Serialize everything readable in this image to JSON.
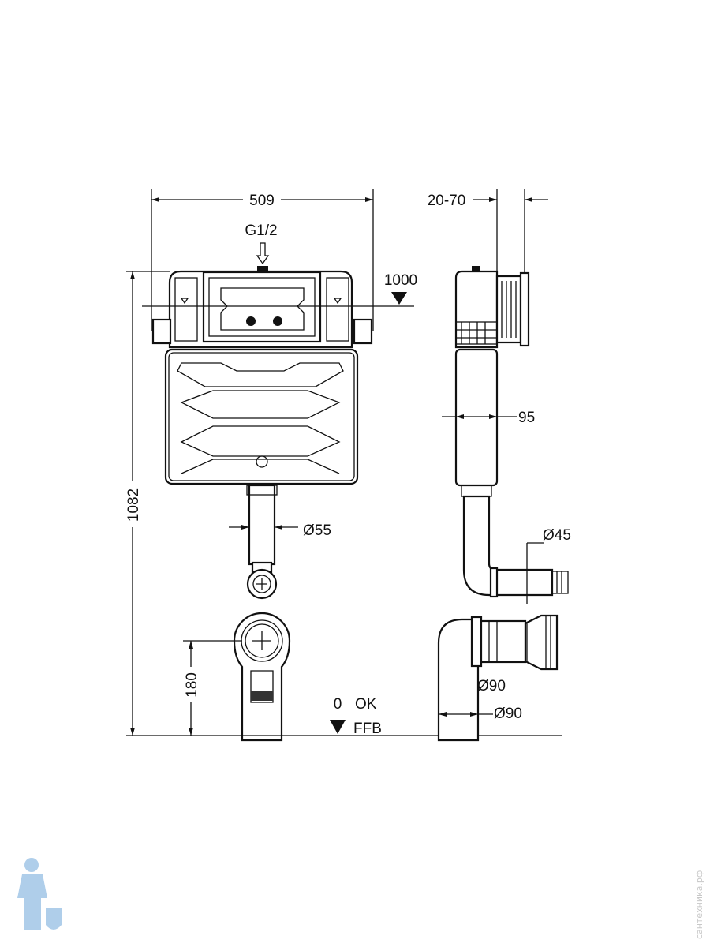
{
  "dimensions": {
    "width": "509",
    "inlet": "G1/2",
    "actuation_height": "1000",
    "total_height": "1082",
    "wall_offset": "20-70",
    "depth": "95",
    "inlet_pipe": "Ø55",
    "flush_pipe": "Ø45",
    "bend_height": "180",
    "outlet_a": "Ø90",
    "outlet_b": "Ø90",
    "zero_label": "0",
    "ok_label": "OK",
    "ffb_label": "FFB"
  },
  "watermark": "сантехника.рф",
  "colors": {
    "line": "#111111",
    "logo": "#9cc3e6"
  }
}
